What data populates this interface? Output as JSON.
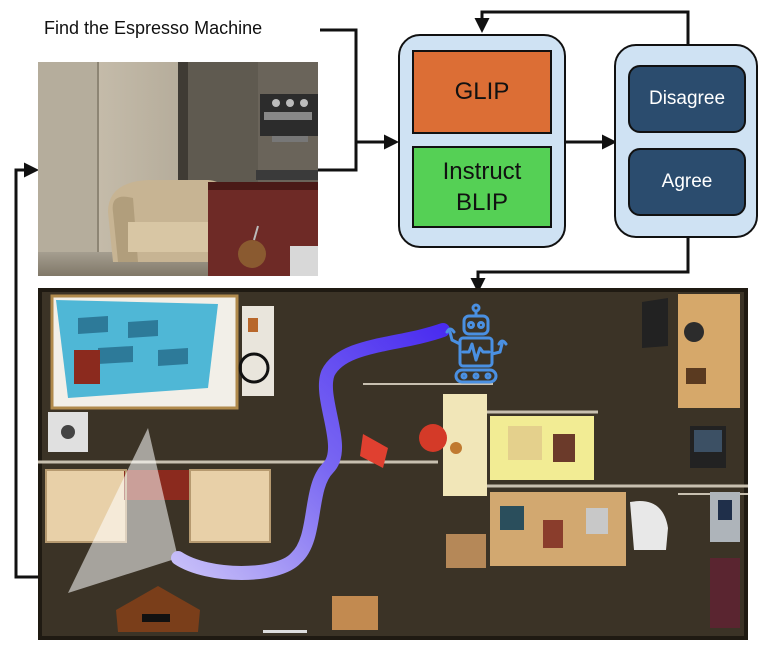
{
  "instruction": "Find the Espresso Machine",
  "models": {
    "glip_label": "GLIP",
    "instruct_blip_line1": "Instruct",
    "instruct_blip_line2": "BLIP"
  },
  "votes": {
    "disagree_label": "Disagree",
    "agree_label": "Agree"
  },
  "colors": {
    "panel_fill": "#cfe2f3",
    "glip_fill": "#dc6e35",
    "instruct_blip_fill": "#55d055",
    "vote_fill": "#2b4c6e",
    "robot_icon": "#4a90e2",
    "path_start": "#c8c0f8",
    "path_end": "#4a2cf0"
  },
  "icons": [
    "robot-icon",
    "arrow-icon"
  ]
}
